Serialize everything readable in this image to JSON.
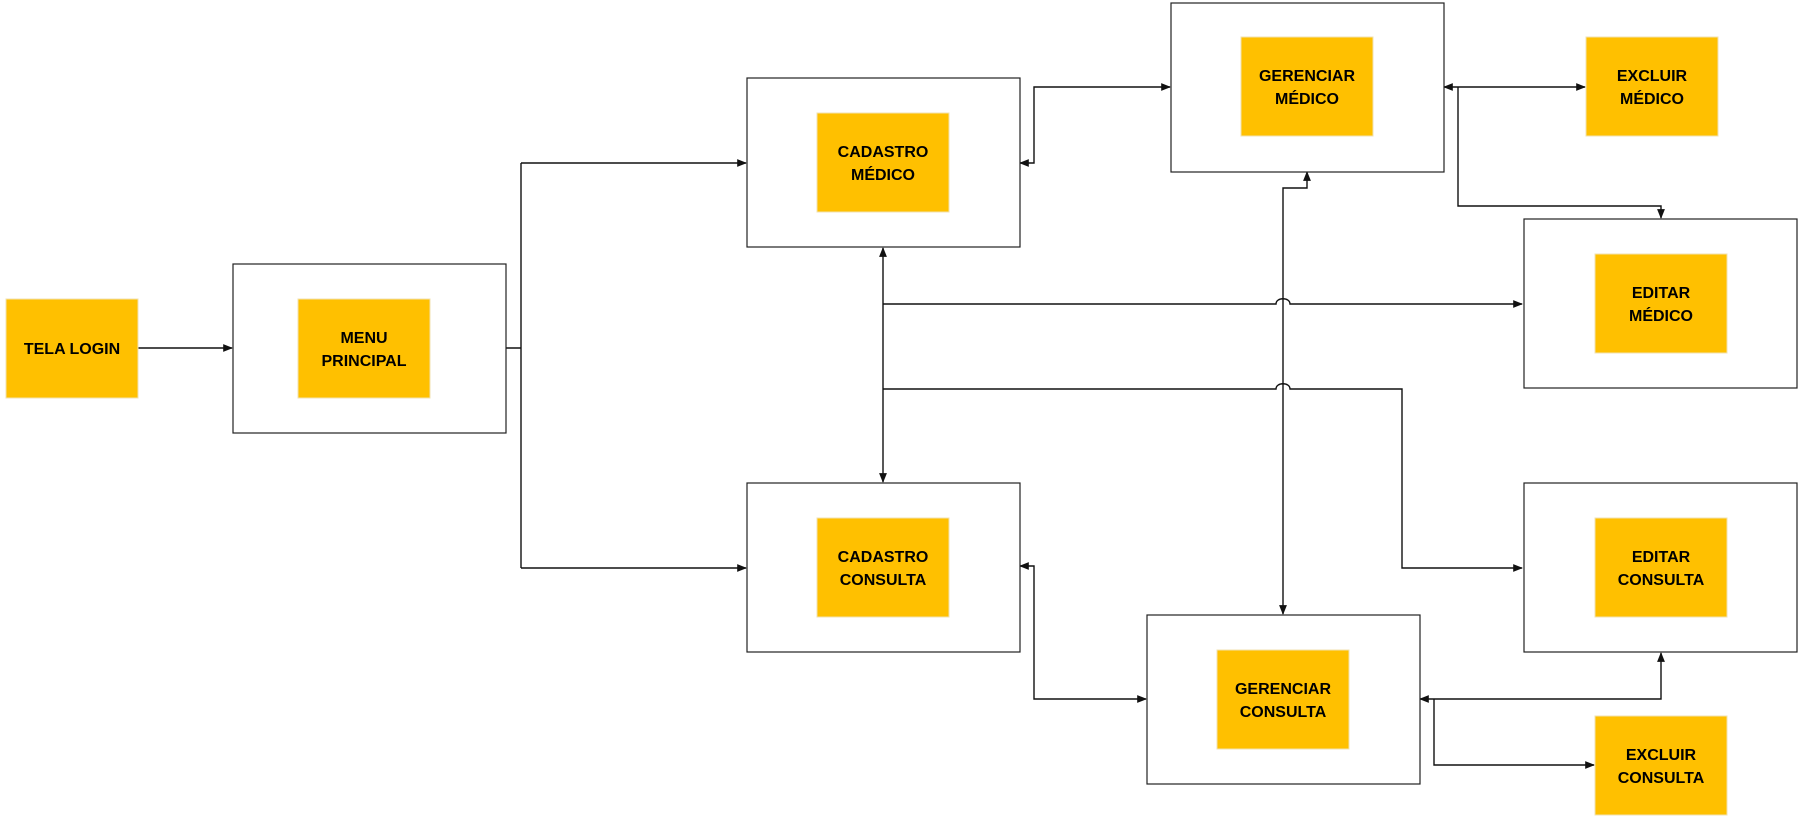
{
  "colors": {
    "node_fill": "#ffc000",
    "frame_stroke": "#222222",
    "connector": "#111111",
    "background": "#ffffff"
  },
  "screens": {
    "tela_login": [
      "TELA LOGIN"
    ],
    "menu_principal": [
      "MENU",
      "PRINCIPAL"
    ],
    "cadastro_medico": [
      "CADASTRO",
      "MÉDICO"
    ],
    "gerenciar_medico": [
      "GERENCIAR",
      "MÉDICO"
    ],
    "excluir_medico": [
      "EXCLUIR",
      "MÉDICO"
    ],
    "editar_medico": [
      "EDITAR",
      "MÉDICO"
    ],
    "cadastro_consulta": [
      "CADASTRO",
      "CONSULTA"
    ],
    "editar_consulta": [
      "EDITAR",
      "CONSULTA"
    ],
    "gerenciar_consulta": [
      "GERENCIAR",
      "CONSULTA"
    ],
    "excluir_consulta": [
      "EXCLUIR",
      "CONSULTA"
    ]
  }
}
